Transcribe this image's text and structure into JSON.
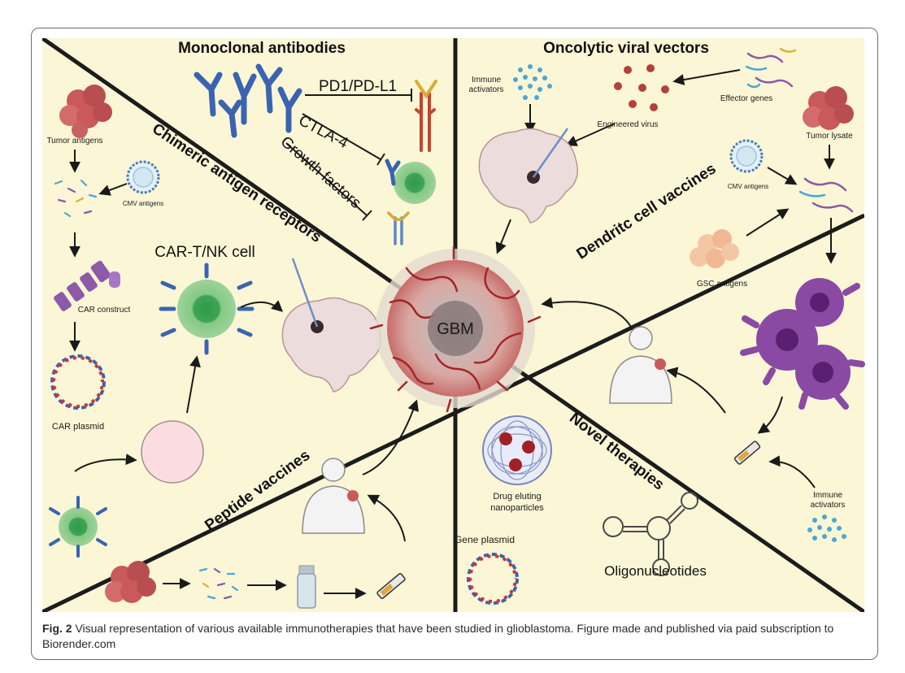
{
  "sections": {
    "monoclonal": "Monoclonal antibodies",
    "oncolytic": "Oncolytic viral vectors",
    "car": "Chimeric antigen receptors",
    "dendritic": "Dendritc cell vaccines",
    "peptide": "Peptide vaccines",
    "novel": "Novel therapies"
  },
  "center": "GBM",
  "labels": {
    "pd1": "PD1/PD-L1",
    "ctla4": "CTLA-4",
    "growth": "Growth factors",
    "tumor_antigens": "Tumor antigens",
    "cmv_antigens": "CMV antigens",
    "car_construct": "CAR construct",
    "car_plasmid": "CAR plasmid",
    "car_t_nk": "CAR-T/NK cell",
    "immune_activators_1": "Immune",
    "immune_activators_2": "activators",
    "engineered_virus": "Engineered virus",
    "effector_genes": "Effector genes",
    "tumor_lysate": "Tumor lysate",
    "cmv_antigens_dc": "CMV antigens",
    "gsc_antigens": "GSC antigens",
    "drug_eluting_1": "Drug eluting",
    "drug_eluting_2": "nanoparticles",
    "gene_plasmid": "Gene plasmid",
    "oligonucleotides": "Oligonucleotides",
    "immune_act_novel_1": "Immune",
    "immune_act_novel_2": "activators"
  },
  "caption": {
    "figno": "Fig. 2",
    "text": "Visual representation of various available immunotherapies that have been studied in glioblastoma. Figure made and published via paid subscription to Biorender.com"
  },
  "colors": {
    "panel": "#fbf6d6",
    "divider": "#1c1c1c",
    "antibody": "#3a64b0",
    "tumor": "#c9595a",
    "car_purple": "#8c5aa8",
    "dc_purple": "#8a4aa3",
    "cell_green": "#6db86d",
    "brain": "#ecdcdc"
  }
}
